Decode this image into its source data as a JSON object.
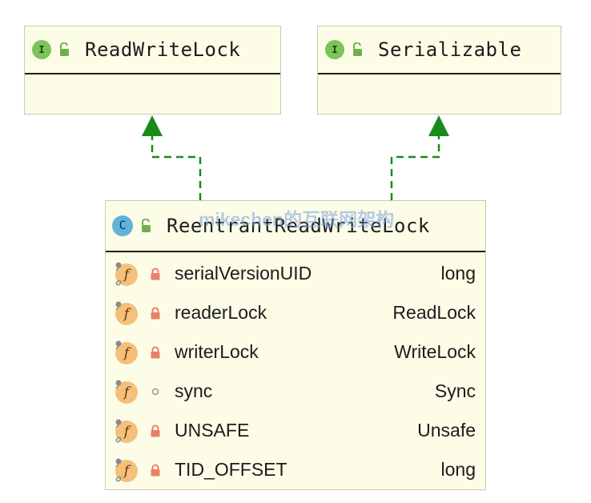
{
  "diagram": {
    "interfaces": [
      {
        "kind_letter": "I",
        "name": "ReadWriteLock"
      },
      {
        "kind_letter": "I",
        "name": "Serializable"
      }
    ],
    "class": {
      "kind_letter": "C",
      "name": "ReentrantReadWriteLock",
      "fields": [
        {
          "name": "serialVersionUID",
          "type": "long",
          "visibility": "private"
        },
        {
          "name": "readerLock",
          "type": "ReadLock",
          "visibility": "private"
        },
        {
          "name": "writerLock",
          "type": "WriteLock",
          "visibility": "private"
        },
        {
          "name": "sync",
          "type": "Sync",
          "visibility": "package-private"
        },
        {
          "name": "UNSAFE",
          "type": "Unsafe",
          "visibility": "private"
        },
        {
          "name": "TID_OFFSET",
          "type": "long",
          "visibility": "private"
        }
      ]
    },
    "relations": [
      {
        "from": "ReentrantReadWriteLock",
        "to": "ReadWriteLock",
        "type": "implements"
      },
      {
        "from": "ReentrantReadWriteLock",
        "to": "Serializable",
        "type": "implements"
      }
    ],
    "watermark": "mikechen的互联网架构"
  },
  "colors": {
    "box_fill": "#fdfde7",
    "box_border": "#c9c9b4",
    "arrow_green": "#1a8a1a",
    "interface_badge": "#7cc35a",
    "class_badge": "#5fb3d9",
    "field_badge": "#f4c07a",
    "private_lock": "#e8806a",
    "package_dot": "#9a9a9a"
  },
  "icons": {
    "interface": "interface-badge-icon",
    "class": "class-badge-icon",
    "public": "unlocked-padlock-icon",
    "field": "field-f-icon",
    "private": "padlock-icon",
    "package_private": "hollow-circle-icon",
    "final_pin": "pin-icon",
    "static": "chain-link-icon"
  }
}
